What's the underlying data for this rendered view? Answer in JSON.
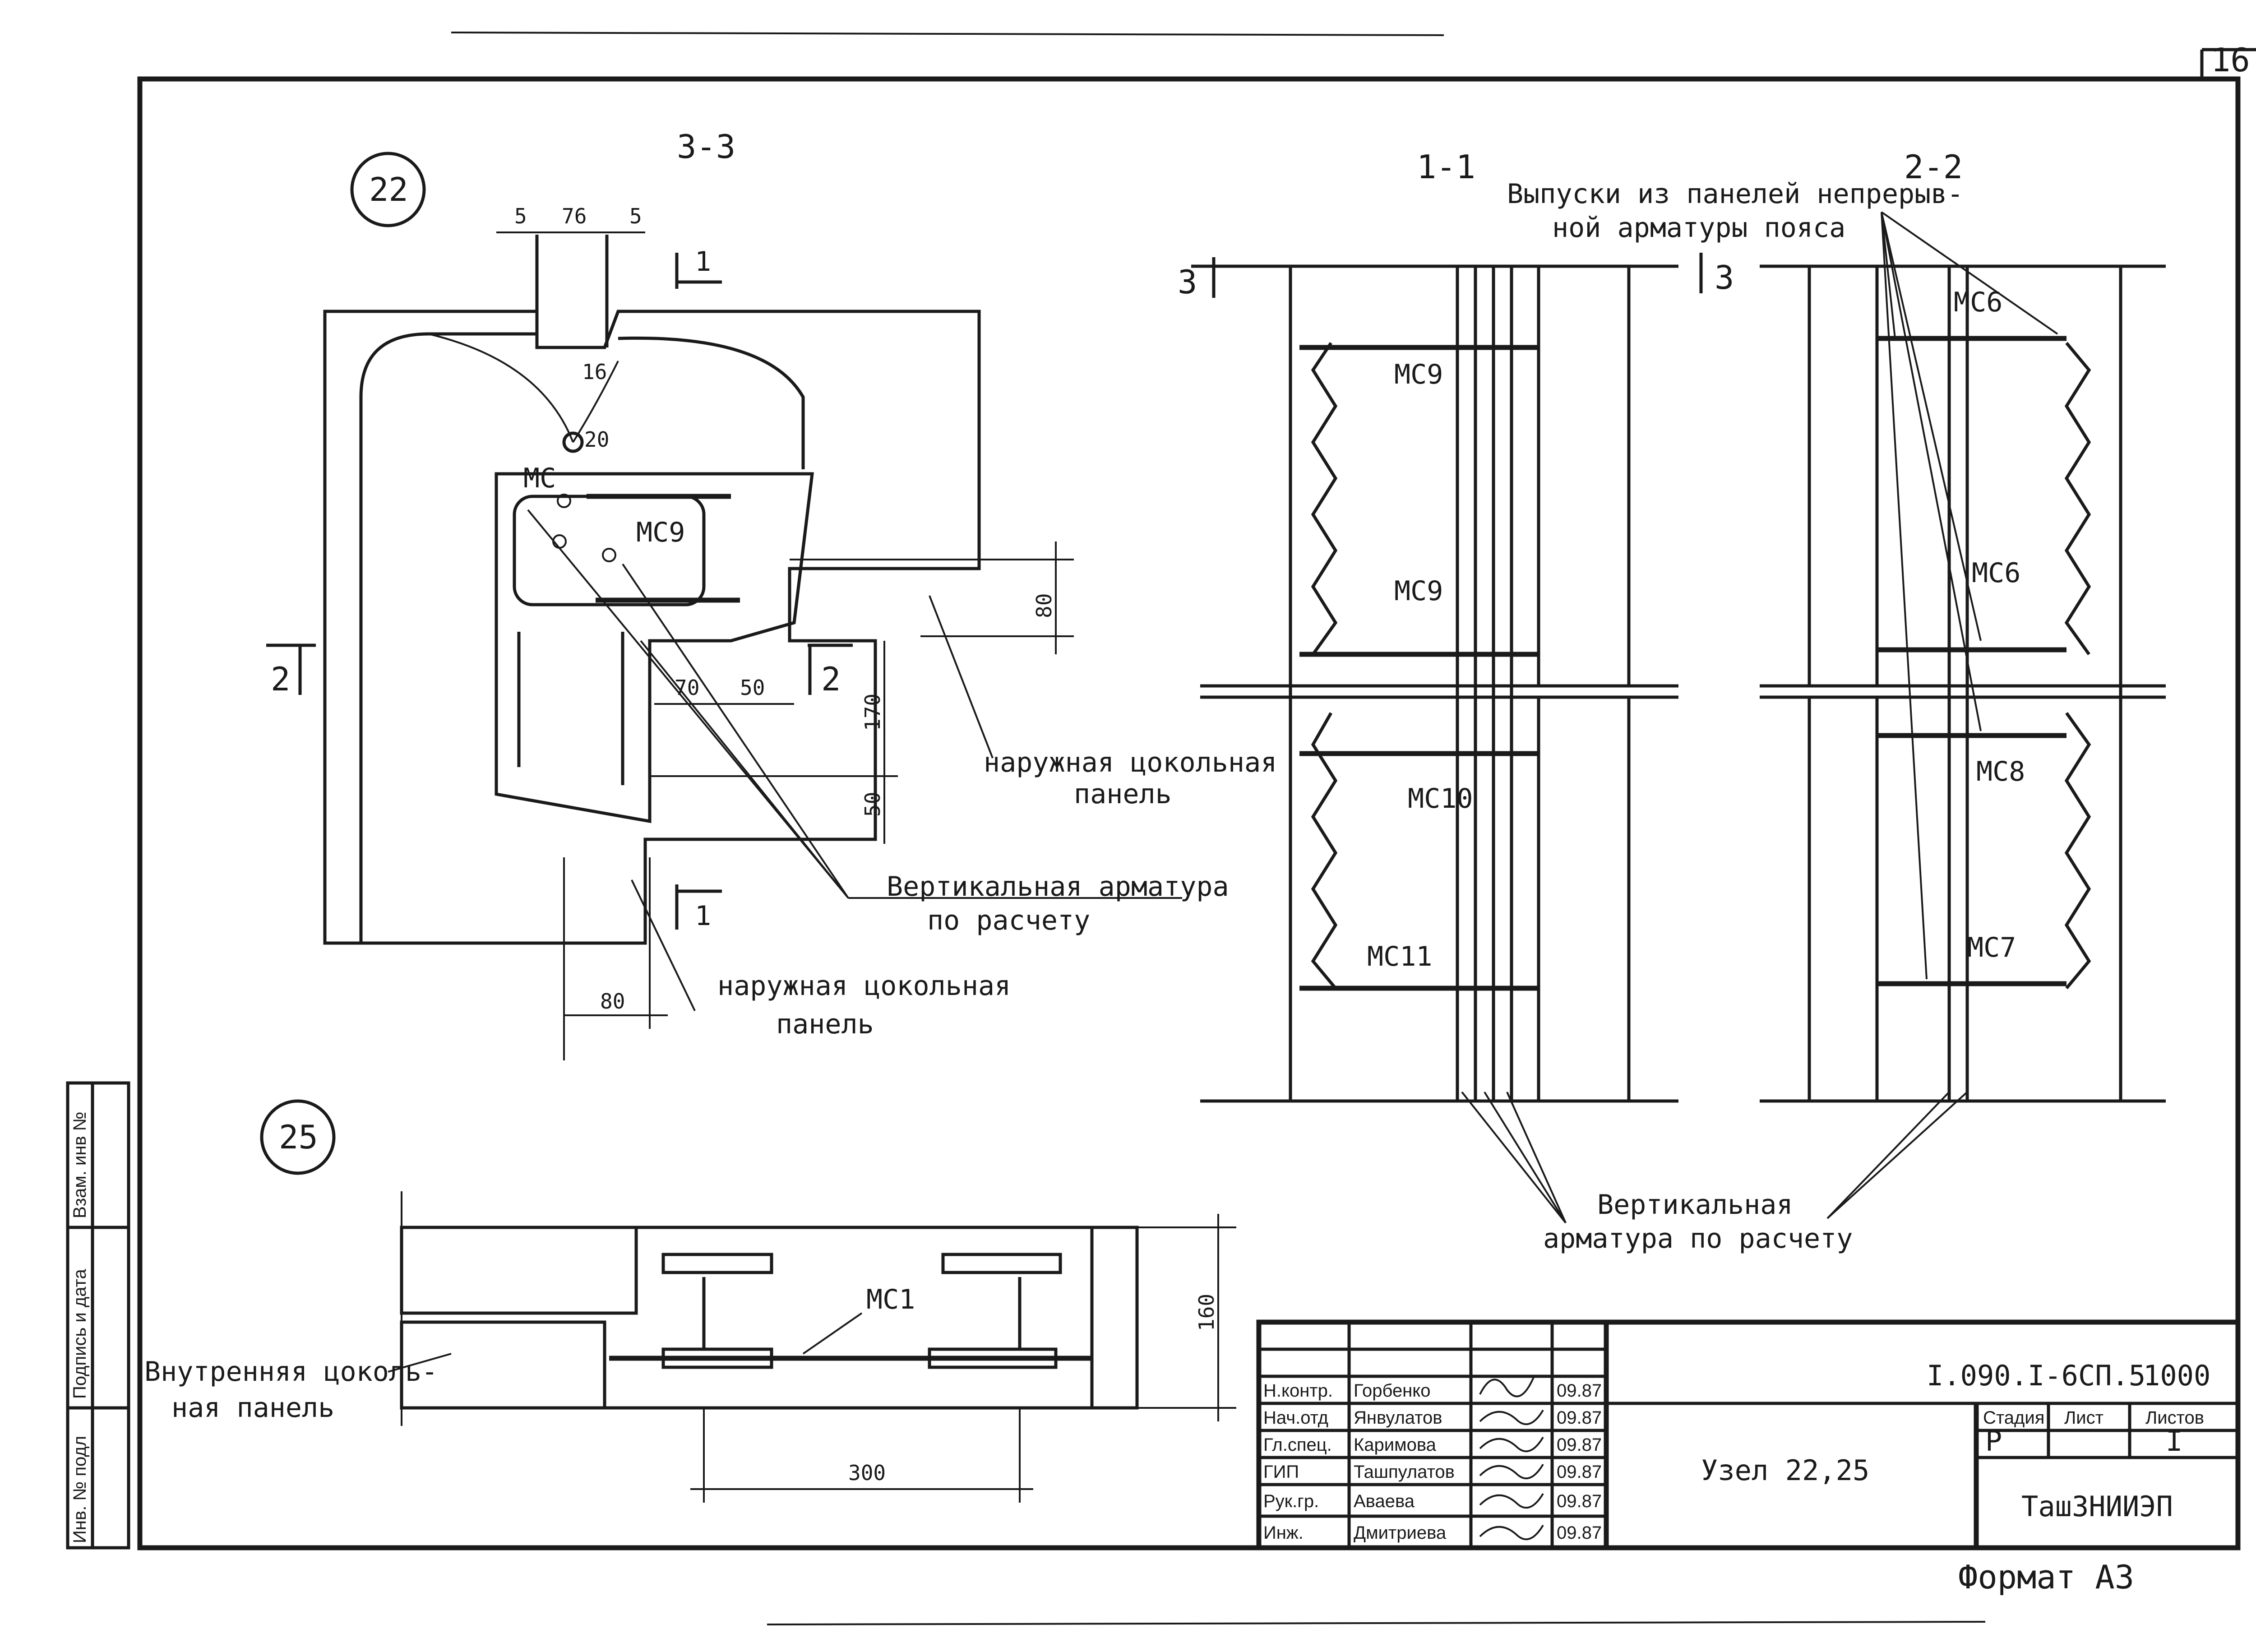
{
  "sheet": {
    "page_number": "16",
    "format_label": "Формат  А3"
  },
  "node22": {
    "circle_label": "22",
    "section_title": "3-3",
    "dims": {
      "gap_left": "5",
      "gap_mid": "76",
      "gap_right": "5",
      "d16": "16",
      "d20": "20",
      "d80_vertical": "80",
      "d70": "70",
      "d50_horiz": "50",
      "d170": "170",
      "d50_vertical": "50",
      "d80_bottom": "80"
    },
    "marks": {
      "mc": "МС",
      "mc9": "МС9",
      "cut1_top": "1",
      "cut1_bottom": "1",
      "cut2_left": "2",
      "cut2_right": "2"
    },
    "labels": {
      "outer_panel_right_1": "наружная цокольная",
      "outer_panel_right_2": "панель",
      "vertical_rebar_1": "Вертикальная арматура",
      "vertical_rebar_2": "по расчету",
      "outer_panel_bottom_1": "наружная цокольная",
      "outer_panel_bottom_2": "панель"
    }
  },
  "section11": {
    "title": "1-1",
    "cut3_left": "3",
    "cut3_right": "3",
    "marks": [
      "МС9",
      "МС9",
      "МС10",
      "МС11"
    ]
  },
  "section22": {
    "title": "2-2",
    "marks": [
      "МС6",
      "МС6",
      "МС8",
      "МС7"
    ]
  },
  "notes": {
    "outlets_1": "Выпуски из панелей непрерыв-",
    "outlets_2": "ной арматуры пояса",
    "vertical_1": "Вертикальная",
    "vertical_2": "арматура по  расчету"
  },
  "node25": {
    "circle_label": "25",
    "mark": "МС1",
    "dim_160": "160",
    "dim_300": "300",
    "inner_panel_1": "Внутренняя цоколь-",
    "inner_panel_2": "ная панель"
  },
  "side_stamp": [
    "Инв. № подл",
    "Подпись и дата",
    "Взам. инв №"
  ],
  "title_block": {
    "doc_code": "I.090.I-6СП.5",
    "doc_suffix": "1000",
    "title": "Узел  22,25",
    "org": "ТашЗНИИЭП",
    "stage_header": "Стадия",
    "sheet_header": "Лист",
    "sheets_header": "Листов",
    "stage": "Р",
    "sheet_no": "",
    "sheets_total": "I",
    "signatures": [
      {
        "role": "Н.контр.",
        "name": "Горбенко",
        "date": "09.87"
      },
      {
        "role": "Нач.отд",
        "name": "Янвулатов",
        "date": "09.87"
      },
      {
        "role": "Гл.спец.",
        "name": "Каримова",
        "date": "09.87"
      },
      {
        "role": "ГИП",
        "name": "Ташпулатов",
        "date": "09.87"
      },
      {
        "role": "Рук.гр.",
        "name": "Аваева",
        "date": "09.87"
      },
      {
        "role": "Инж.",
        "name": "Дмитриева",
        "date": "09.87"
      }
    ]
  }
}
